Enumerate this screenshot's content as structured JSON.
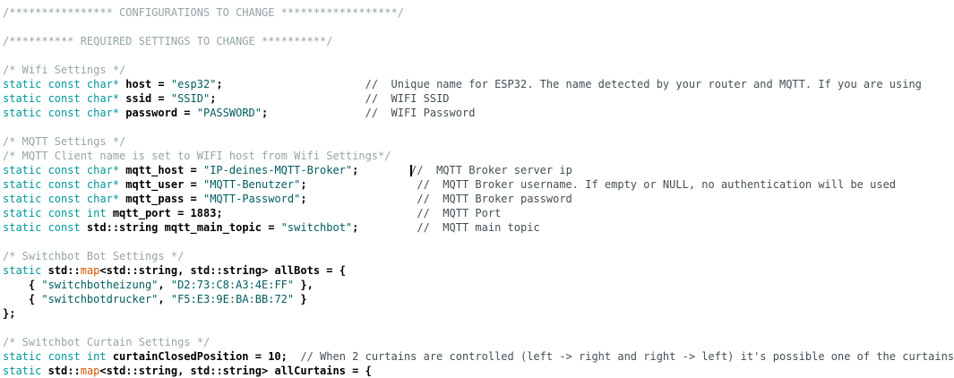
{
  "colors": {
    "keyword": "#00979C",
    "string": "#005C5F",
    "function": "#D35400",
    "block_comment": "#95A5A6",
    "line_comment": "#434F54",
    "plain": "#000000",
    "background": "#FFFFFF",
    "caret": "#000000"
  },
  "editor": {
    "language": "arduino-cpp",
    "lines": [
      {
        "segments": [
          {
            "c": "cb",
            "t": "/**************** CONFIGURATIONS TO CHANGE ******************/"
          }
        ]
      },
      {
        "segments": []
      },
      {
        "segments": [
          {
            "c": "cb",
            "t": "/********** REQUIRED SETTINGS TO CHANGE **********/"
          }
        ]
      },
      {
        "segments": []
      },
      {
        "segments": [
          {
            "c": "cb",
            "t": "/* Wifi Settings */"
          }
        ]
      },
      {
        "segments": [
          {
            "c": "k",
            "t": "static const char*"
          },
          {
            "c": "p",
            "t": " host = "
          },
          {
            "c": "s",
            "t": "\"esp32\""
          },
          {
            "c": "p",
            "t": ";                      "
          },
          {
            "c": "cl",
            "t": "//  Unique name for ESP32. The name detected by your router and MQTT. If you are using"
          }
        ]
      },
      {
        "segments": [
          {
            "c": "k",
            "t": "static const char*"
          },
          {
            "c": "p",
            "t": " ssid = "
          },
          {
            "c": "s",
            "t": "\"SSID\""
          },
          {
            "c": "p",
            "t": ";                       "
          },
          {
            "c": "cl",
            "t": "//  WIFI SSID"
          }
        ]
      },
      {
        "segments": [
          {
            "c": "k",
            "t": "static const char*"
          },
          {
            "c": "p",
            "t": " password = "
          },
          {
            "c": "s",
            "t": "\"PASSWORD\""
          },
          {
            "c": "p",
            "t": ";               "
          },
          {
            "c": "cl",
            "t": "//  WIFI Password"
          }
        ]
      },
      {
        "segments": []
      },
      {
        "segments": [
          {
            "c": "cb",
            "t": "/* MQTT Settings */"
          }
        ]
      },
      {
        "segments": [
          {
            "c": "cb",
            "t": "/* MQTT Client name is set to WIFI host from Wifi Settings*/"
          }
        ]
      },
      {
        "segments": [
          {
            "c": "k",
            "t": "static const char*"
          },
          {
            "c": "p",
            "t": " mqtt_host = "
          },
          {
            "c": "s",
            "t": "\"IP-deines-MQTT-Broker\""
          },
          {
            "c": "p",
            "t": ";        "
          },
          {
            "caret": true
          },
          {
            "c": "cl",
            "t": "//  MQTT Broker server ip"
          }
        ]
      },
      {
        "segments": [
          {
            "c": "k",
            "t": "static const char*"
          },
          {
            "c": "p",
            "t": " mqtt_user = "
          },
          {
            "c": "s",
            "t": "\"MQTT-Benutzer\""
          },
          {
            "c": "p",
            "t": ";                 "
          },
          {
            "c": "cl",
            "t": "//  MQTT Broker username. If empty or NULL, no authentication will be used"
          }
        ]
      },
      {
        "segments": [
          {
            "c": "k",
            "t": "static const char*"
          },
          {
            "c": "p",
            "t": " mqtt_pass = "
          },
          {
            "c": "s",
            "t": "\"MQTT-Password\""
          },
          {
            "c": "p",
            "t": ";                 "
          },
          {
            "c": "cl",
            "t": "//  MQTT Broker password"
          }
        ]
      },
      {
        "segments": [
          {
            "c": "k",
            "t": "static const int"
          },
          {
            "c": "p",
            "t": " mqtt_port = 1883;                              "
          },
          {
            "c": "cl",
            "t": "//  MQTT Port"
          }
        ]
      },
      {
        "segments": [
          {
            "c": "k",
            "t": "static const"
          },
          {
            "c": "p",
            "t": " std::string mqtt_main_topic = "
          },
          {
            "c": "s",
            "t": "\"switchbot\""
          },
          {
            "c": "p",
            "t": ";         "
          },
          {
            "c": "cl",
            "t": "//  MQTT main topic"
          }
        ]
      },
      {
        "segments": []
      },
      {
        "segments": [
          {
            "c": "cb",
            "t": "/* Switchbot Bot Settings */"
          }
        ]
      },
      {
        "segments": [
          {
            "c": "k",
            "t": "static"
          },
          {
            "c": "p",
            "t": " std::"
          },
          {
            "c": "f",
            "t": "map"
          },
          {
            "c": "p",
            "t": "<std::string, std::string> allBots = {"
          }
        ]
      },
      {
        "segments": [
          {
            "c": "p",
            "t": "    { "
          },
          {
            "c": "s",
            "t": "\"switchbotheizung\""
          },
          {
            "c": "p",
            "t": ", "
          },
          {
            "c": "s",
            "t": "\"D2:73:C8:A3:4E:FF\""
          },
          {
            "c": "p",
            "t": " },"
          }
        ]
      },
      {
        "segments": [
          {
            "c": "p",
            "t": "    { "
          },
          {
            "c": "s",
            "t": "\"switchbotdrucker\""
          },
          {
            "c": "p",
            "t": ", "
          },
          {
            "c": "s",
            "t": "\"F5:E3:9E:BA:BB:72\""
          },
          {
            "c": "p",
            "t": " }"
          }
        ]
      },
      {
        "segments": [
          {
            "c": "p",
            "t": "};"
          }
        ]
      },
      {
        "segments": []
      },
      {
        "segments": [
          {
            "c": "cb",
            "t": "/* Switchbot Curtain Settings */"
          }
        ]
      },
      {
        "segments": [
          {
            "c": "k",
            "t": "static const int"
          },
          {
            "c": "p",
            "t": " curtainClosedPosition = 10;  "
          },
          {
            "c": "cl",
            "t": "// When 2 curtains are controlled (left -> right and right -> left) it's possible one of the curtains"
          }
        ]
      },
      {
        "segments": [
          {
            "c": "k",
            "t": "static"
          },
          {
            "c": "p",
            "t": " std::"
          },
          {
            "c": "f",
            "t": "map"
          },
          {
            "c": "p",
            "t": "<std::string, std::string> allCurtains = {"
          }
        ]
      }
    ]
  }
}
